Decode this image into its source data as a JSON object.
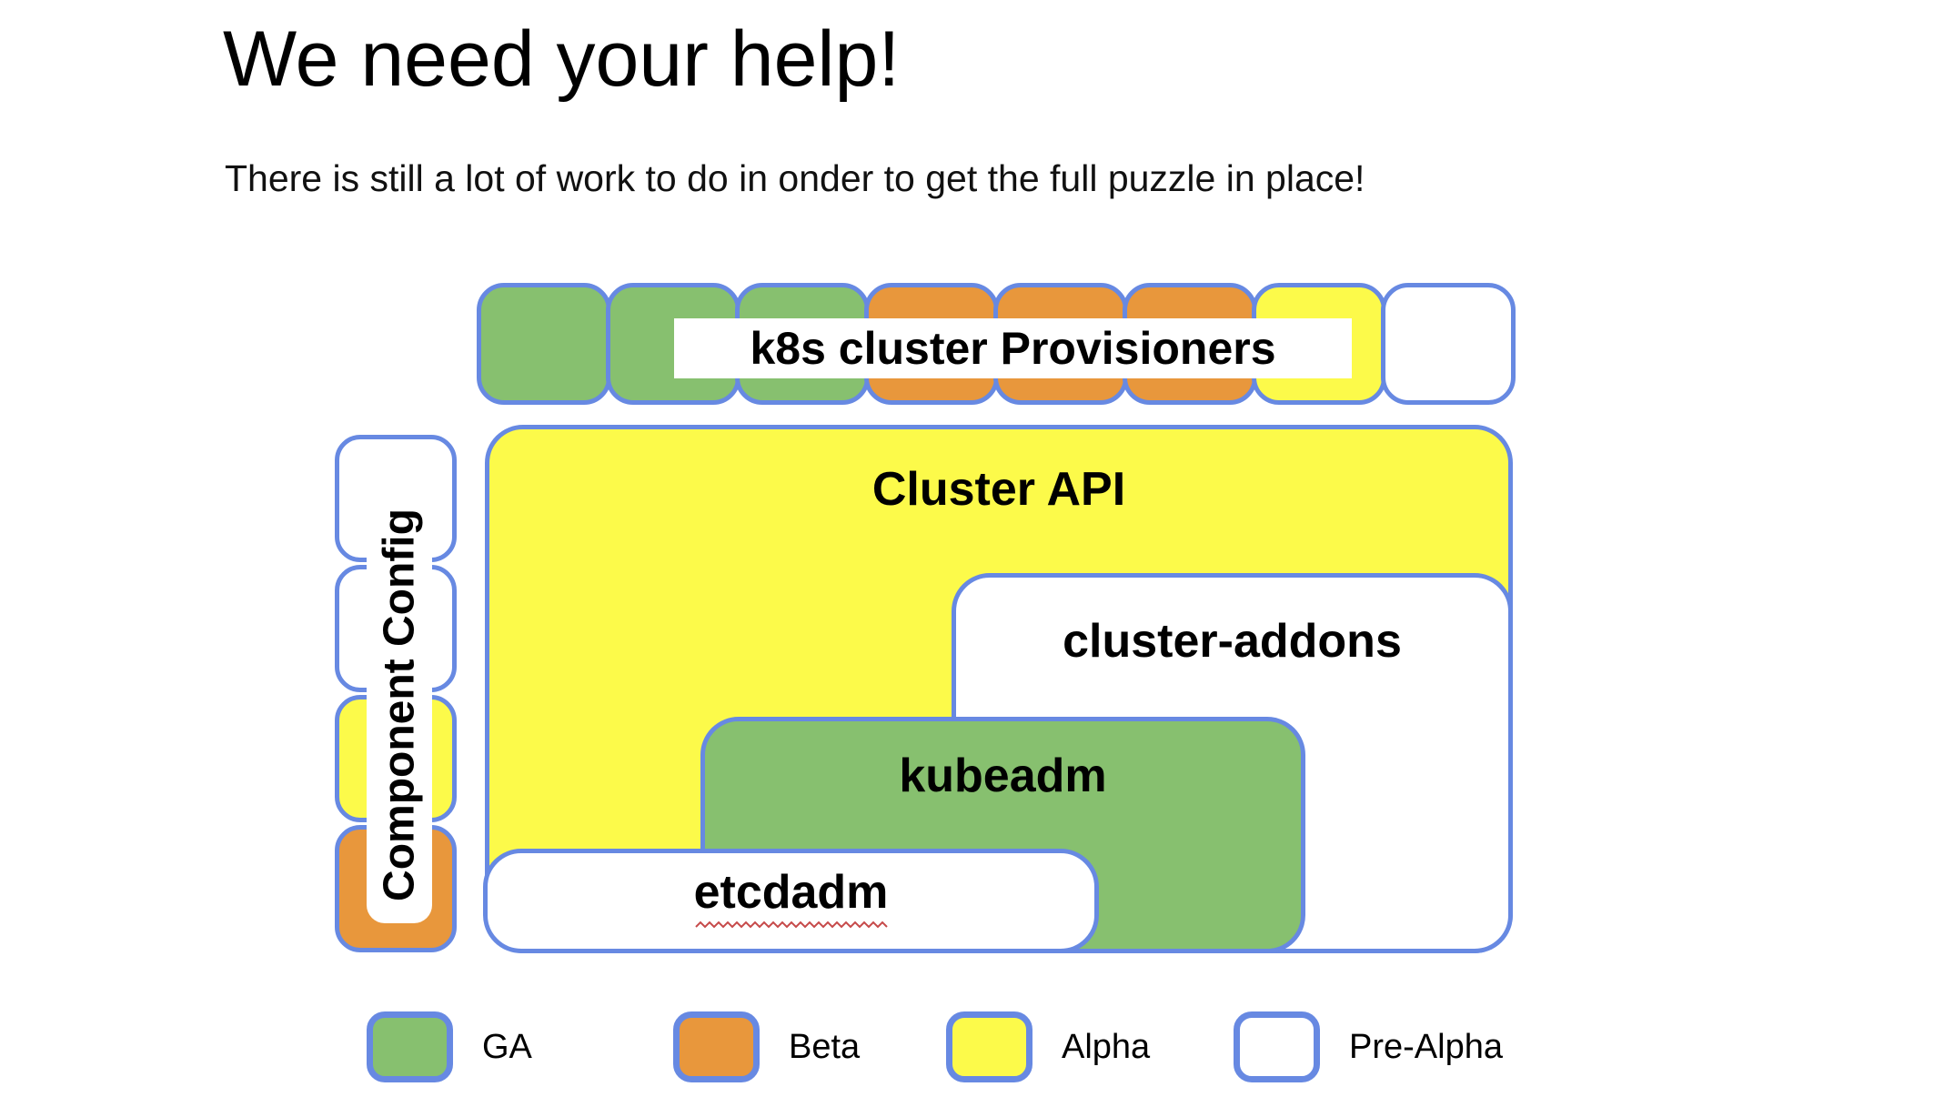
{
  "header": {
    "title": "We need your help!",
    "subtitle": "There is still a lot of work to do in onder to get the full puzzle in place!"
  },
  "colors": {
    "ga": "#87C06F",
    "beta": "#E8973C",
    "alpha": "#FCFA4A",
    "pre_alpha": "#FFFFFF",
    "border_blue": "#6789E2",
    "squiggle_red": "#C64A4A",
    "text_black": "#000000"
  },
  "diagram": {
    "provisioners": {
      "label": "k8s cluster Provisioners",
      "squares": [
        "ga",
        "ga",
        "ga",
        "beta",
        "beta",
        "beta",
        "alpha",
        "pre_alpha"
      ]
    },
    "component_config": {
      "label": "Component Config",
      "squares": [
        "pre_alpha",
        "pre_alpha",
        "alpha",
        "beta"
      ]
    },
    "blocks": [
      {
        "id": "cluster-api",
        "label": "Cluster API",
        "status": "alpha"
      },
      {
        "id": "cluster-addons",
        "label": "cluster-addons",
        "status": "pre_alpha"
      },
      {
        "id": "kubeadm",
        "label": "kubeadm",
        "status": "ga"
      },
      {
        "id": "etcdadm",
        "label": "etcdadm",
        "status": "pre_alpha",
        "spellcheck_underline": true
      }
    ]
  },
  "legend": {
    "items": [
      {
        "label": "GA",
        "color_key": "ga"
      },
      {
        "label": "Beta",
        "color_key": "beta"
      },
      {
        "label": "Alpha",
        "color_key": "alpha"
      },
      {
        "label": "Pre-Alpha",
        "color_key": "pre_alpha"
      }
    ]
  }
}
